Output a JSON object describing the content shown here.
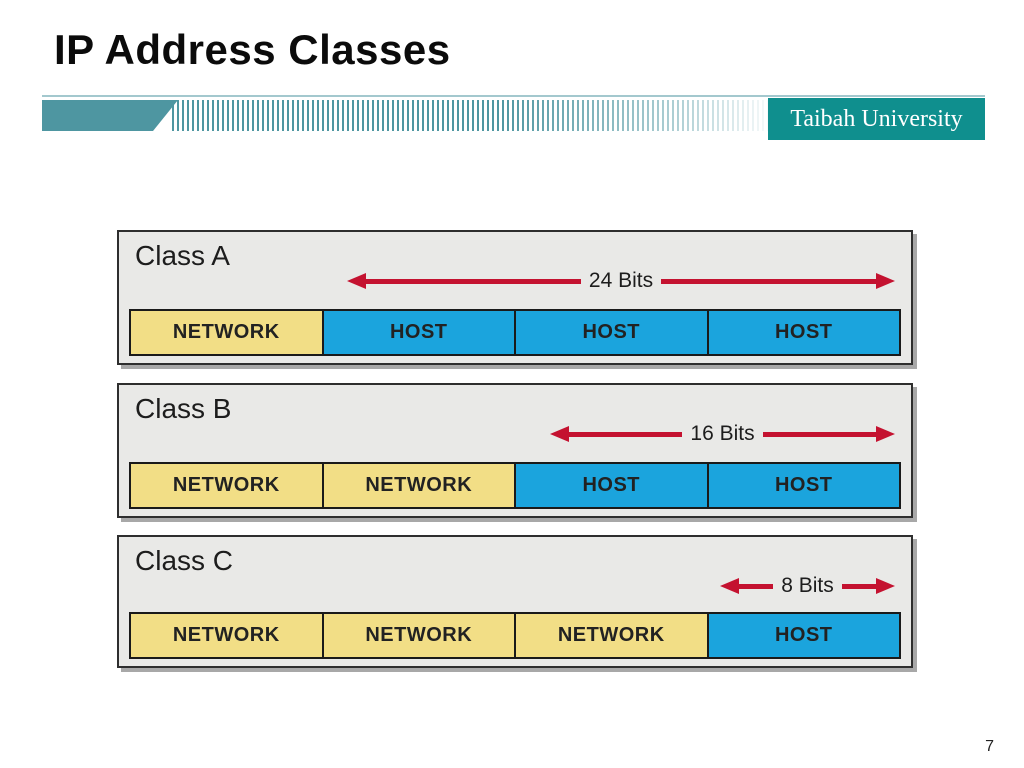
{
  "header": {
    "title": "IP Address Classes",
    "university_badge": "Taibah University"
  },
  "diagram": {
    "classes": [
      {
        "label": "Class A",
        "bits_label": "24 Bits",
        "cells": [
          "NETWORK",
          "HOST",
          "HOST",
          "HOST"
        ]
      },
      {
        "label": "Class B",
        "bits_label": "16 Bits",
        "cells": [
          "NETWORK",
          "NETWORK",
          "HOST",
          "HOST"
        ]
      },
      {
        "label": "Class C",
        "bits_label": "8 Bits",
        "cells": [
          "NETWORK",
          "NETWORK",
          "NETWORK",
          "HOST"
        ]
      }
    ],
    "colors": {
      "network_cell": "#f2de86",
      "host_cell": "#1ba4dd",
      "arrow": "#c41230",
      "panel_background": "#e9e9e7",
      "teal_bar": "#4e96a1",
      "university_box": "#0f8f8e"
    }
  },
  "footer": {
    "page_number": "7"
  }
}
